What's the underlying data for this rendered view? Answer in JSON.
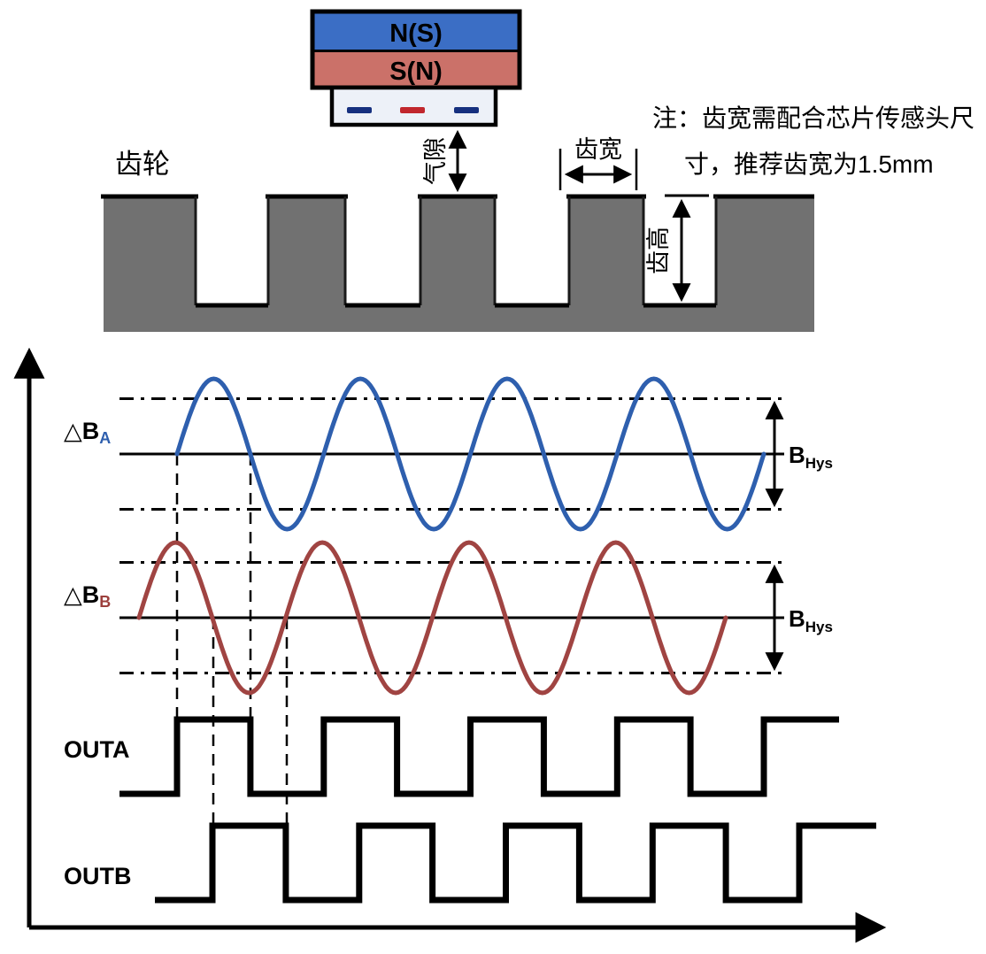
{
  "top": {
    "magnet_n": "N(S)",
    "magnet_s": "S(N)",
    "gear_label": "齿轮",
    "air_gap_label": "气隙",
    "tooth_width_label": "齿宽",
    "tooth_height_label": "齿高",
    "note_line1": "注：齿宽需配合芯片传感头尺",
    "note_line2": "寸，推荐齿宽为1.5mm"
  },
  "chart": {
    "label_a_main": "△B",
    "label_a_sub": "A",
    "label_b_main": "△B",
    "label_b_sub": "B",
    "outa_label": "OUTA",
    "outb_label": "OUTB",
    "bhys_main": "B",
    "bhys_sub": "Hys"
  },
  "colors": {
    "magnet_blue": "#3b6ec5",
    "magnet_red": "#cb7169",
    "sensor_body": "#edf1f8",
    "sensor_dash_blue": "#16307f",
    "sensor_dash_red": "#c1272d",
    "gear_gray": "#717171",
    "wave_a_blue": "#2e5fae",
    "wave_b_red": "#a04442"
  },
  "chart_data": {
    "type": "line",
    "title": "",
    "xlabel": "",
    "ylabel": "",
    "series": [
      {
        "name": "ΔB_A",
        "kind": "sine",
        "x_start": 200,
        "baseline": 513,
        "amplitude": 85,
        "period": 165.75,
        "cycles": 4,
        "color": "#2e5fae"
      },
      {
        "name": "ΔB_B",
        "kind": "sine",
        "x_start": 157,
        "baseline": 698,
        "amplitude": 85,
        "period": 165.75,
        "cycles": 4,
        "color": "#a04442"
      },
      {
        "name": "OUTA",
        "kind": "square",
        "x_start": 135,
        "first_edge": 200,
        "half_period": 82.875,
        "low_y": 897,
        "high_y": 813,
        "edges": 9,
        "x_end": 948,
        "color": "#000000"
      },
      {
        "name": "OUTB",
        "kind": "square",
        "x_start": 175,
        "first_edge": 240,
        "half_period": 82.875,
        "low_y": 1017,
        "high_y": 933,
        "edges": 9,
        "x_end": 990,
        "color": "#000000"
      }
    ],
    "baselines": {
      "a": 513,
      "b": 698,
      "x_start": 135,
      "x_end": 886
    },
    "thresholds": {
      "a_upper": 450.5,
      "a_lower": 575.5,
      "b_upper": 635.5,
      "b_lower": 760.5,
      "x_start": 135,
      "x_end": 884
    },
    "phase_lines_x": [
      200,
      241,
      283,
      324
    ],
    "hysteresis_band": "B_Hys spans between upper/lower switch thresholds (±62 px around each baseline)",
    "legend_position": "left-of-curves",
    "grid": false
  }
}
